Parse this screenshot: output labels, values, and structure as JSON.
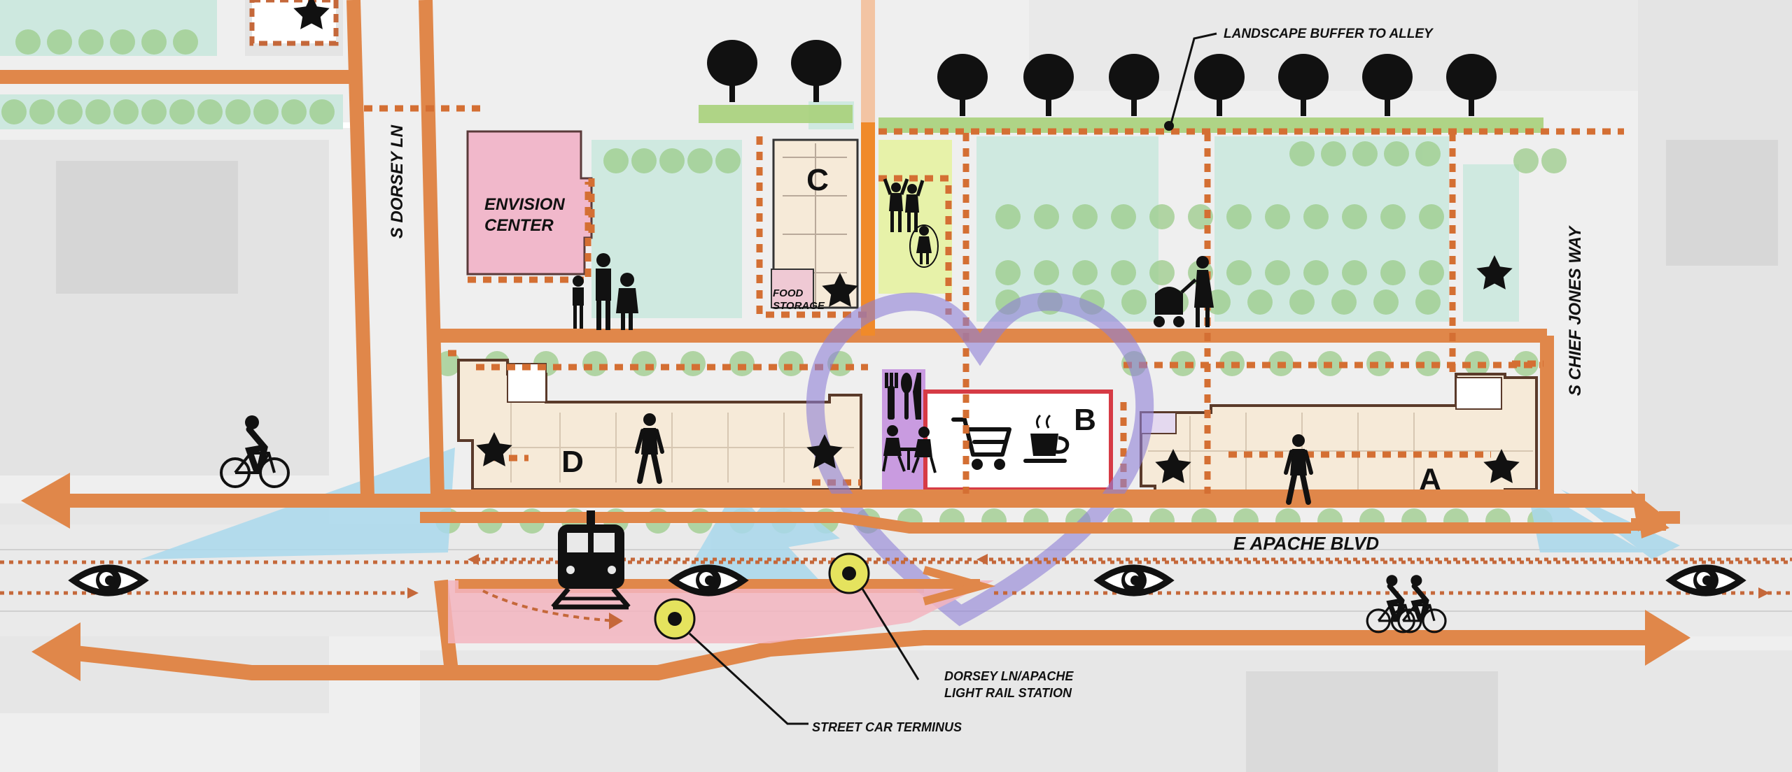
{
  "streets": {
    "dorsey": "S DORSEY LN",
    "chief_jones": "S CHIEF JONES WAY",
    "apache": "E APACHE BLVD"
  },
  "buildings": {
    "envision": [
      "ENVISION",
      "CENTER"
    ],
    "food_storage": [
      "FOOD",
      "STORAGE"
    ],
    "a": "A",
    "b": "B",
    "c": "C",
    "d": "D"
  },
  "callouts": {
    "landscape": "LANDSCAPE BUFFER TO ALLEY",
    "station": [
      "DORSEY LN/APACHE",
      "LIGHT RAIL STATION"
    ],
    "terminus": "STREET CAR TERMINUS"
  },
  "colors": {
    "orange": "#e0874a",
    "dash": "#c5683a",
    "teal": "#bfe7dd",
    "pink": "#f1b8cb",
    "heart": "#8d7fd6",
    "blue": "#a9d8ec",
    "green": "#a7d07a",
    "yellow": "#e5e35e",
    "building": "#f6ead8"
  }
}
